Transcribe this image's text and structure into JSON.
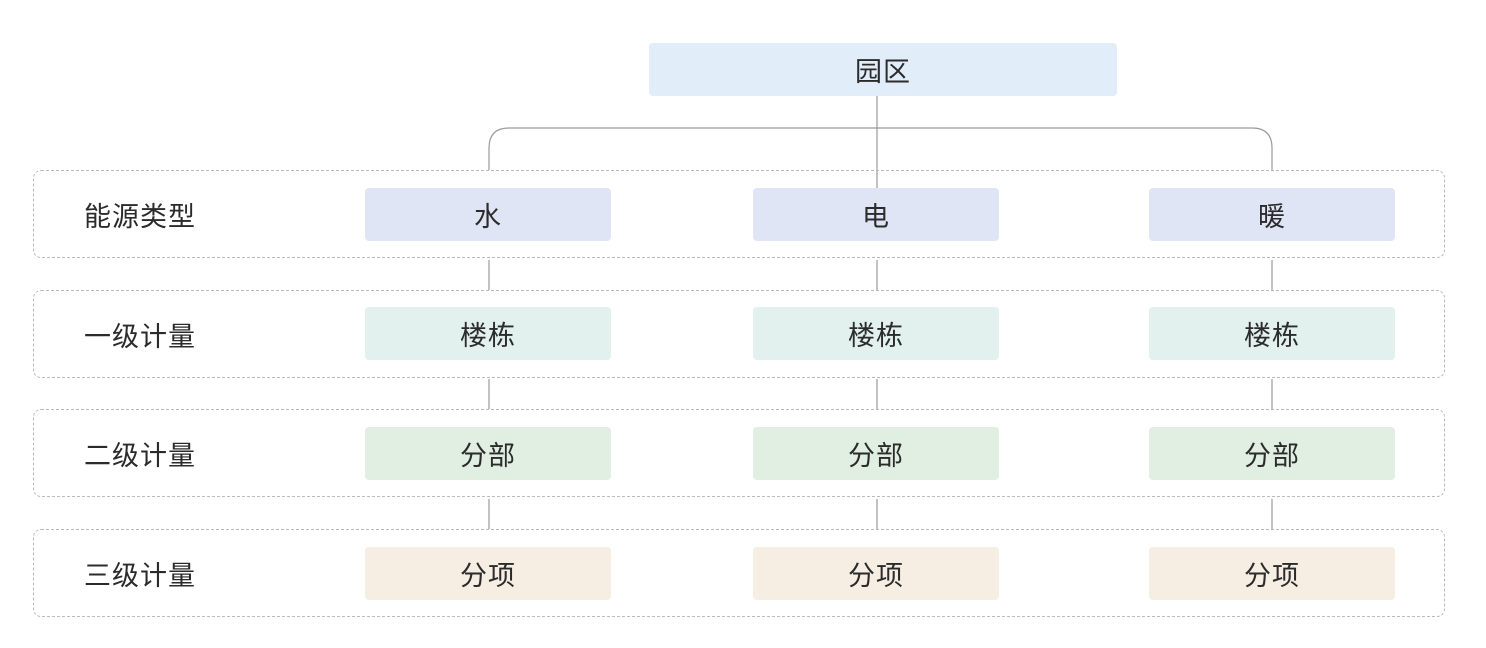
{
  "root": {
    "label": "园区"
  },
  "levels": [
    {
      "label": "能源类型",
      "nodes": [
        "水",
        "电",
        "暖"
      ]
    },
    {
      "label": "一级计量",
      "nodes": [
        "楼栋",
        "楼栋",
        "楼栋"
      ]
    },
    {
      "label": "二级计量",
      "nodes": [
        "分部",
        "分部",
        "分部"
      ]
    },
    {
      "label": "三级计量",
      "nodes": [
        "分项",
        "分项",
        "分项"
      ]
    }
  ],
  "colors": {
    "root": "#e1edf9",
    "level_1": "#e0e5f5",
    "level_2": "#e2f1ee",
    "level_3": "#e1efe3",
    "level_4": "#f6ede3",
    "connector": "#9a9a9a",
    "frame_border": "#b9b9b9"
  }
}
